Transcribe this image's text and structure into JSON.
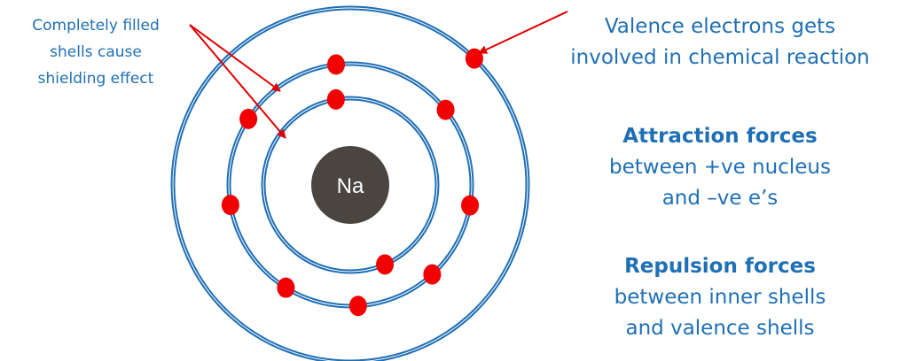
{
  "nucleus": {
    "symbol": "Na"
  },
  "shells": [
    {
      "name": "inner",
      "electrons": 2
    },
    {
      "name": "middle",
      "electrons": 8
    },
    {
      "name": "outer",
      "electrons": 1
    }
  ],
  "annotations": {
    "shielding": [
      "Completely filled",
      "shells cause",
      "shielding effect"
    ],
    "valence": [
      "Valence electrons gets",
      "involved in chemical reaction"
    ],
    "attraction": {
      "title": "Attraction forces",
      "lines": [
        "between +ve nucleus",
        "and –ve e’s"
      ]
    },
    "repulsion": {
      "title": "Repulsion forces",
      "lines": [
        "between inner shells",
        "and valence shells"
      ]
    }
  },
  "colors": {
    "shell": "#1f6fb5",
    "electron": "#f20000",
    "nucleus": "#4a4541",
    "arrow": "#e00000",
    "text": "#1f6fb5"
  }
}
